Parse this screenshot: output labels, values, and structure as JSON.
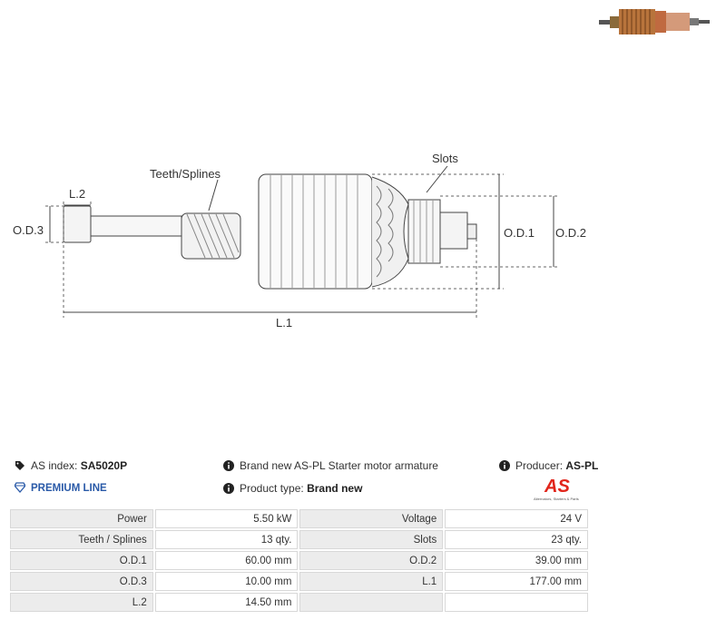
{
  "drawing": {
    "labels": {
      "teeth": "Teeth/Splines",
      "slots": "Slots",
      "l2": "L.2",
      "od3": "O.D.3",
      "od1": "O.D.1",
      "od2": "O.D.2",
      "l1": "L.1"
    }
  },
  "info": {
    "as_index_label": "AS index:",
    "as_index_value": "SA5020P",
    "line": "PREMIUM LINE",
    "description": "Brand new AS-PL Starter motor armature",
    "product_type_label": "Product type:",
    "product_type_value": "Brand new",
    "producer_label": "Producer:",
    "producer_value": "AS-PL"
  },
  "logo": {
    "mark": "AS",
    "tagline": "Alternators, Starters & Parts",
    "color": "#e1251b"
  },
  "specs": [
    {
      "k1": "Power",
      "v1": "5.50 kW",
      "k2": "Voltage",
      "v2": "24 V"
    },
    {
      "k1": "Teeth / Splines",
      "v1": "13 qty.",
      "k2": "Slots",
      "v2": "23 qty."
    },
    {
      "k1": "O.D.1",
      "v1": "60.00 mm",
      "k2": "O.D.2",
      "v2": "39.00 mm"
    },
    {
      "k1": "O.D.3",
      "v1": "10.00 mm",
      "k2": "L.1",
      "v2": "177.00 mm"
    },
    {
      "k1": "L.2",
      "v1": "14.50 mm",
      "k2": "",
      "v2": ""
    }
  ]
}
